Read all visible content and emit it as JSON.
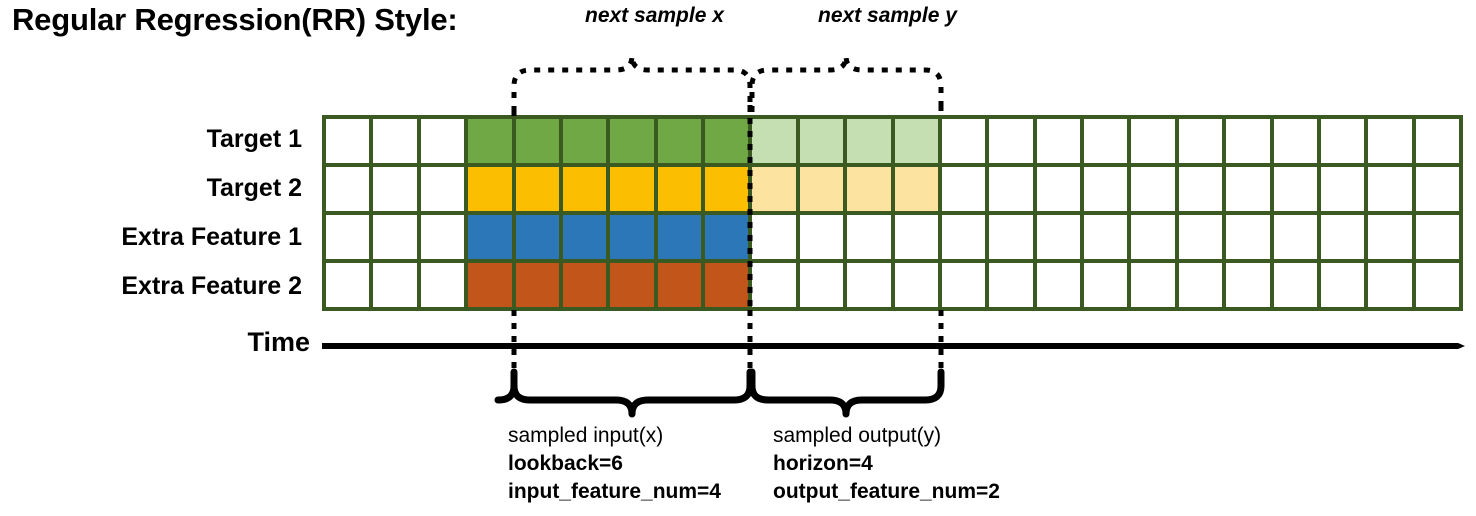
{
  "title": "Regular Regression(RR) Style:",
  "palette": {
    "grid_border": "#3a5a22",
    "target1": "#6FA845",
    "target1_faded": "#C5DFB3",
    "target2": "#FBBE00",
    "target2_faded": "#FDE3A0",
    "extra1": "#2C77B8",
    "extra2": "#C1551A",
    "empty": "#ffffff",
    "line": "#000000"
  },
  "grid": {
    "columns": 24,
    "rows": 4,
    "input_start_col": 4,
    "input_end_col": 9,
    "output_start_col": 10,
    "output_end_col": 13,
    "row_labels": [
      "Target 1",
      "Target 2",
      "Extra Feature 1",
      "Extra Feature 2"
    ],
    "cells": [
      [
        "empty",
        "empty",
        "empty",
        "target1",
        "target1",
        "target1",
        "target1",
        "target1",
        "target1",
        "target1_faded",
        "target1_faded",
        "target1_faded",
        "target1_faded",
        "empty",
        "empty",
        "empty",
        "empty",
        "empty",
        "empty",
        "empty",
        "empty",
        "empty",
        "empty",
        "empty"
      ],
      [
        "empty",
        "empty",
        "empty",
        "target2",
        "target2",
        "target2",
        "target2",
        "target2",
        "target2",
        "target2_faded",
        "target2_faded",
        "target2_faded",
        "target2_faded",
        "empty",
        "empty",
        "empty",
        "empty",
        "empty",
        "empty",
        "empty",
        "empty",
        "empty",
        "empty",
        "empty"
      ],
      [
        "empty",
        "empty",
        "empty",
        "extra1",
        "extra1",
        "extra1",
        "extra1",
        "extra1",
        "extra1",
        "empty",
        "empty",
        "empty",
        "empty",
        "empty",
        "empty",
        "empty",
        "empty",
        "empty",
        "empty",
        "empty",
        "empty",
        "empty",
        "empty",
        "empty"
      ],
      [
        "empty",
        "empty",
        "empty",
        "extra2",
        "extra2",
        "extra2",
        "extra2",
        "extra2",
        "extra2",
        "empty",
        "empty",
        "empty",
        "empty",
        "empty",
        "empty",
        "empty",
        "empty",
        "empty",
        "empty",
        "empty",
        "empty",
        "empty",
        "empty",
        "empty"
      ]
    ]
  },
  "axis": {
    "label": "Time",
    "direction": "right"
  },
  "annotations": {
    "next_sample_x": "next sample x",
    "next_sample_y": "next sample y"
  },
  "captions": {
    "input": {
      "line1": "sampled input(x)",
      "line2": "lookback=6",
      "line3": "input_feature_num=4"
    },
    "output": {
      "line1": "sampled output(y)",
      "line2": "horizon=4",
      "line3": "output_feature_num=2"
    }
  }
}
